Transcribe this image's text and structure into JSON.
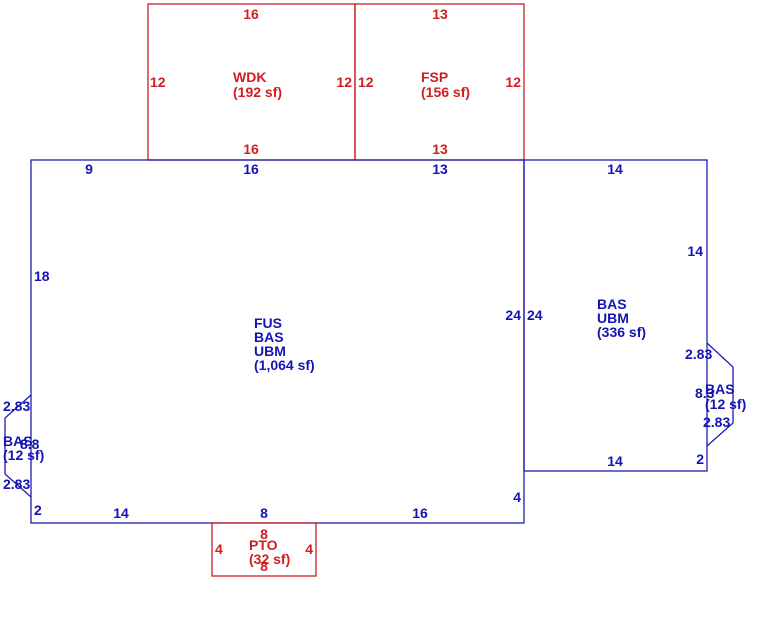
{
  "colors": {
    "living_area": "#1e1eb4",
    "exterior_area": "#d21e1e",
    "background": "#ffffff"
  },
  "areas": {
    "wdk": {
      "code": "WDK",
      "area": "(192 sf)",
      "dims": {
        "top": "16",
        "bottom": "16",
        "left": "12",
        "right": "12"
      }
    },
    "fsp": {
      "code": "FSP",
      "area": "(156 sf)",
      "dims": {
        "top": "13",
        "bottom": "13",
        "left": "12",
        "right": "12"
      }
    },
    "main": {
      "line1": "FUS",
      "line2": "BAS",
      "line3": "UBM",
      "area": "(1,064 sf)",
      "dims": {
        "top_a": "9",
        "top_b": "16",
        "top_c": "13",
        "left": "18",
        "right": "24",
        "bottom_a": "14",
        "bottom_b": "8",
        "bottom_c": "16",
        "right_lower": "4",
        "left_lower": "2"
      }
    },
    "wing": {
      "line1": "BAS",
      "line2": "UBM",
      "area": "(336 sf)",
      "dims": {
        "top": "14",
        "right": "14",
        "left": "24",
        "bottom": "14",
        "right_lower": "2"
      }
    },
    "bay_left": {
      "code": "BAS",
      "area": "(12 sf)",
      "overlap": "8.8",
      "dims": {
        "upper": "2.83",
        "lower": "2.83"
      }
    },
    "bay_right": {
      "code": "BAS",
      "area": "(12 sf)",
      "overlap": "8.3",
      "dims": {
        "upper": "2.83",
        "lower": "2.83"
      }
    },
    "pto": {
      "code": "PTO",
      "area": "(32 sf)",
      "dims": {
        "top": "8",
        "bottom": "8",
        "left": "4",
        "right": "4"
      }
    }
  }
}
